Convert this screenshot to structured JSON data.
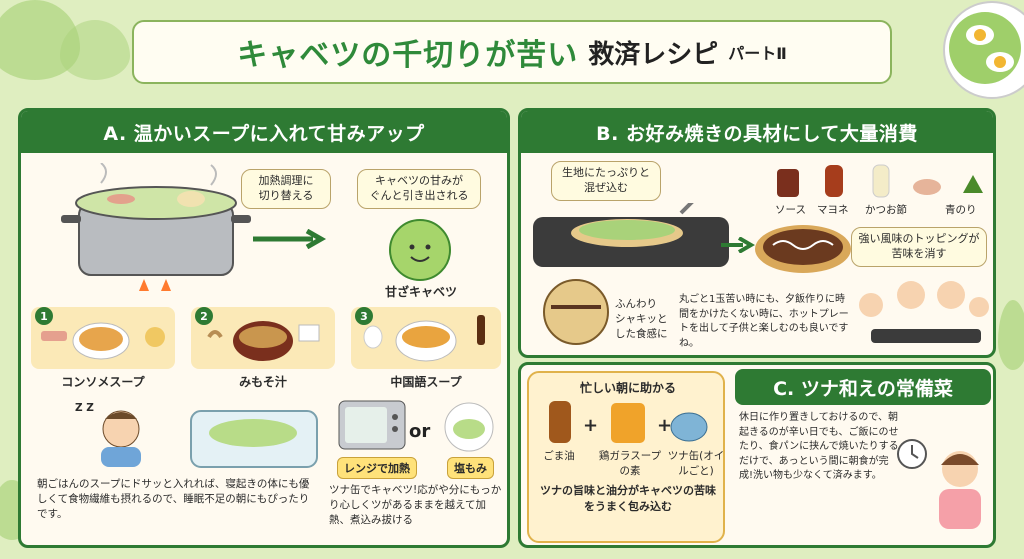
{
  "title": {
    "main": "キャベツの千切りが苦い",
    "sub": "救済レシピ",
    "part": "パートⅡ"
  },
  "panel_a": {
    "heading": "A. 温かいスープに入れて甘みアップ",
    "bubble_heat": "加熱調理に\n切り替える",
    "bubble_sweet": "キャベツの甘みが\nぐんと引き出される",
    "sweet_label": "甘ざキャベツ",
    "cards": [
      {
        "num": "1",
        "label": "コンソメスープ"
      },
      {
        "num": "2",
        "label": "みもそ汁"
      },
      {
        "num": "3",
        "label": "中国語スープ"
      }
    ],
    "breakfast_text": "朝ごはんのスープにドサッと入れれば、寝起きの体にも優しくて食物繊維も摂れるので、睡眠不足の朝にもぴったりです。",
    "zzz": "Z Z",
    "tag_microwave": "レンジで加熱",
    "or": "or",
    "tag_salt": "塩もみ",
    "prep_text": "ツナ缶でキャベツ!応がや分にもっかり心しくツがあるままを越えて加熱、煮込み拔ける"
  },
  "panel_b": {
    "heading": "B. お好み焼きの具材にして大量消費",
    "bubble_mix": "生地にたっぷりと\n混ぜ込む",
    "toppings": [
      "ソース",
      "マヨネ",
      "かつお節",
      "青のり"
    ],
    "bubble_topping": "強い風味のトッピングが\n苦味を消す",
    "texture": "ふんわり\nシャキッと\nした食感に",
    "body": "丸ごと1玉苦い時にも、夕飯作りに時間をかけたくない時に、ホットプレートを出して子供と楽しむのも良いですね。"
  },
  "panel_c": {
    "box_title": "忙しい朝に助かる",
    "heading": "C. ツナ和えの常備菜",
    "items": [
      "ごま油",
      "鶏ガラスープの素",
      "ツナ缶(オイルごと)"
    ],
    "plus": "+",
    "box_text": "ツナの旨味と油分がキャベツの苦味をうまく包み込む",
    "body": "休日に作り置きしておけるので、朝起きるのが辛い日でも、ご飯にのせたり、食パンに挟んで焼いたりするだけで、あっという間に朝食が完成!洗い物も少なくて済みます。"
  },
  "colors": {
    "background": "#dfeec0",
    "accent_green": "#2e7a33",
    "title_green": "#2f8a3a",
    "card": "#fbe9b7"
  }
}
